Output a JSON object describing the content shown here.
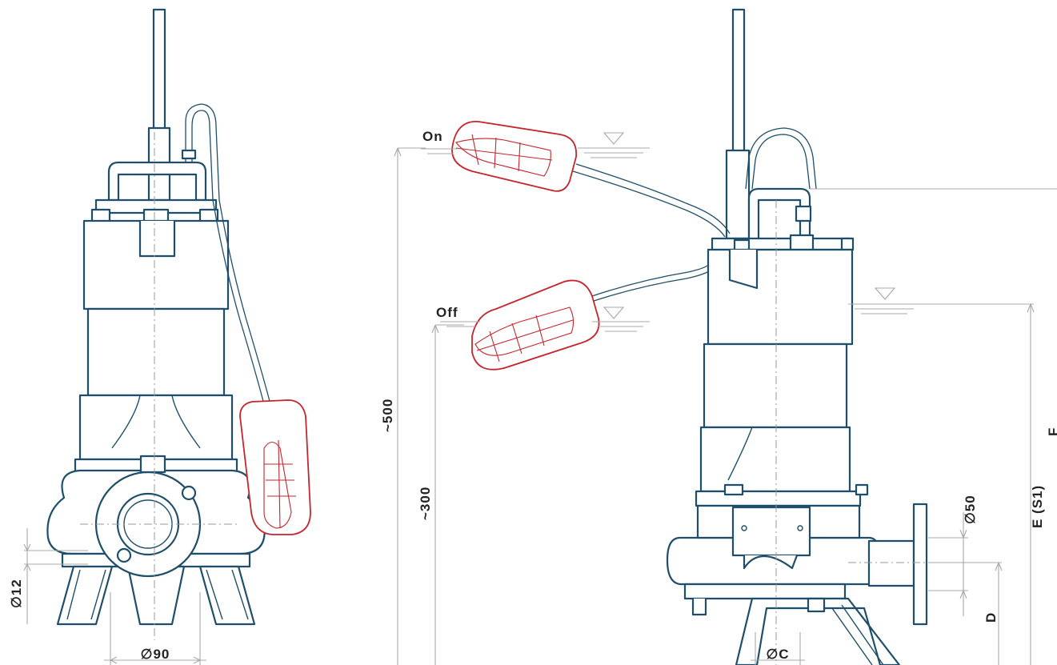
{
  "front_view": {
    "dim_pipe_diameter": "∅90",
    "dim_hole_diameter": "∅12"
  },
  "side_view": {
    "float_on": "On",
    "float_off": "Off",
    "dim_on_level": "~500",
    "dim_off_level": "~300",
    "dim_outlet": "∅50",
    "dim_inlet": "∅C",
    "dim_outlet_height": "D",
    "dim_water_level": "E (S1)",
    "dim_total_height": "F"
  },
  "colors": {
    "pump_outline": "#1f4e6b",
    "float_outline": "#c4262e",
    "dimension_lines": "#a8a8a8"
  }
}
